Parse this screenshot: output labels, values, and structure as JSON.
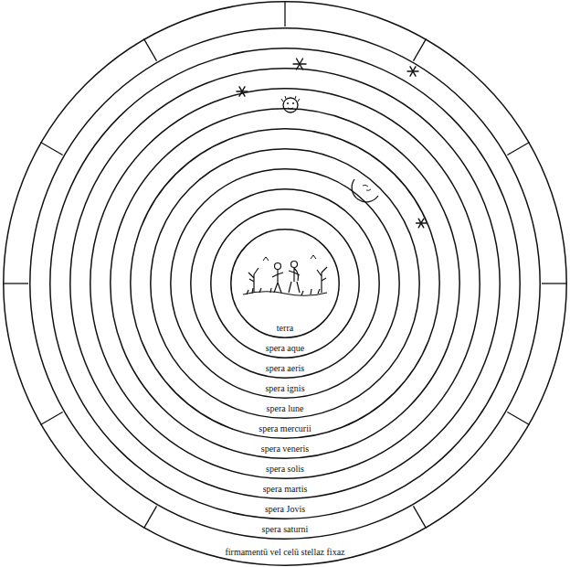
{
  "diagram": {
    "nodes": [
      {
        "text": [
          "firmamentū vel celū stellaz fixaz"
        ]
      },
      {
        "text": [
          "spera saturni"
        ],
        "in": 0
      },
      {
        "text": [
          "spera Jovis"
        ],
        "in": 1
      },
      {
        "text": [
          "spera martis"
        ],
        "in": 2
      },
      {
        "text": [
          "spera solis"
        ],
        "in": 3
      },
      {
        "text": [
          "spera veneris"
        ],
        "in": 4
      },
      {
        "text": [
          "spera mercurii"
        ],
        "in": 5
      },
      {
        "text": [
          "spera lune"
        ],
        "in": 6
      },
      {
        "text": [
          "spera ignis"
        ],
        "in": 7
      },
      {
        "text": [
          "spera aeris"
        ],
        "in": 8
      },
      {
        "text": [
          "spera aque"
        ],
        "in": 9
      },
      {
        "text": [
          "terra"
        ],
        "in": 10
      }
    ]
  }
}
